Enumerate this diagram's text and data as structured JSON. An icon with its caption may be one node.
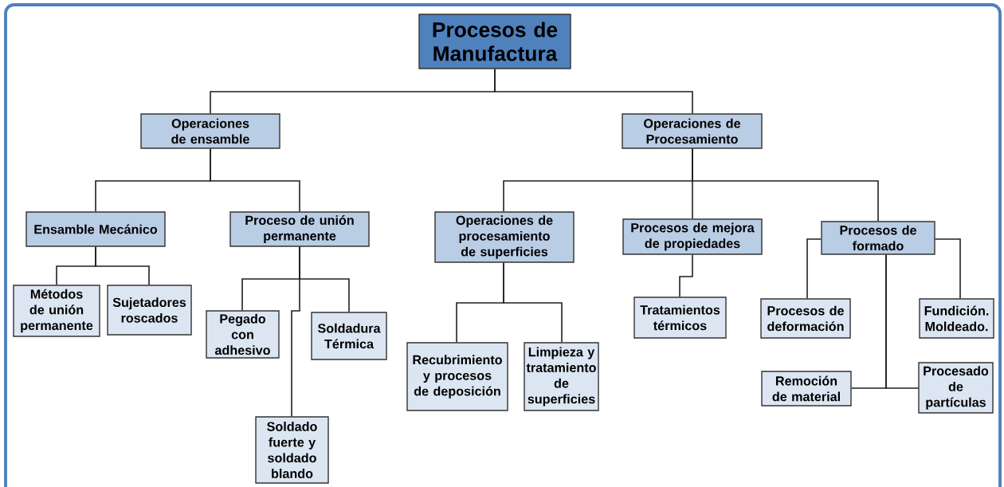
{
  "diagram": {
    "nodes": [
      {
        "text": [
          "Procesos de Manufactura"
        ]
      },
      {
        "text": [
          "Operaciones de ensamble"
        ]
      },
      {
        "text": [
          "Operaciones de Procesamiento"
        ]
      },
      {
        "text": [
          "Ensamble Mecánico"
        ]
      },
      {
        "text": [
          "Proceso de unión permanente"
        ]
      },
      {
        "text": [
          "Operaciones de procesamiento de superficies"
        ]
      },
      {
        "text": [
          "Procesos de mejora de propiedades"
        ]
      },
      {
        "text": [
          "Procesos de formado"
        ]
      },
      {
        "text": [
          "Métodos de unión permanente"
        ]
      },
      {
        "text": [
          "Sujetadores roscados"
        ]
      },
      {
        "text": [
          "Pegado con adhesivo"
        ]
      },
      {
        "text": [
          "Soldadura Térmica"
        ]
      },
      {
        "text": [
          "Soldado fuerte y soldado blando"
        ]
      },
      {
        "text": [
          "Recubrimiento y procesos de deposición"
        ]
      },
      {
        "text": [
          "Limpieza y tratamiento de superficies"
        ]
      },
      {
        "text": [
          "Tratamientos térmicos"
        ]
      },
      {
        "text": [
          "Procesos de deformación"
        ]
      },
      {
        "text": [
          "Fundición. Moldeado."
        ]
      },
      {
        "text": [
          "Remoción de material"
        ]
      },
      {
        "text": [
          "Procesado de partículas"
        ]
      }
    ],
    "edges": [
      {
        "from": 0,
        "to": 1,
        "arrow": "none"
      },
      {
        "from": 0,
        "to": 2,
        "arrow": "none"
      },
      {
        "from": 1,
        "to": 3,
        "arrow": "none"
      },
      {
        "from": 1,
        "to": 4,
        "arrow": "none"
      },
      {
        "from": 2,
        "to": 5,
        "arrow": "none"
      },
      {
        "from": 2,
        "to": 6,
        "arrow": "none"
      },
      {
        "from": 2,
        "to": 7,
        "arrow": "none"
      },
      {
        "from": 3,
        "to": 8,
        "arrow": "none"
      },
      {
        "from": 3,
        "to": 9,
        "arrow": "none"
      },
      {
        "from": 4,
        "to": 10,
        "arrow": "none"
      },
      {
        "from": 4,
        "to": 11,
        "arrow": "none"
      },
      {
        "from": 4,
        "to": 12,
        "arrow": "none"
      },
      {
        "from": 5,
        "to": 13,
        "arrow": "none"
      },
      {
        "from": 5,
        "to": 14,
        "arrow": "none"
      },
      {
        "from": 6,
        "to": 15,
        "arrow": "none"
      },
      {
        "from": 7,
        "to": 16,
        "arrow": "none"
      },
      {
        "from": 7,
        "to": 17,
        "arrow": "none"
      },
      {
        "from": 7,
        "to": 18,
        "arrow": "none"
      },
      {
        "from": 7,
        "to": 19,
        "arrow": "none"
      }
    ]
  }
}
